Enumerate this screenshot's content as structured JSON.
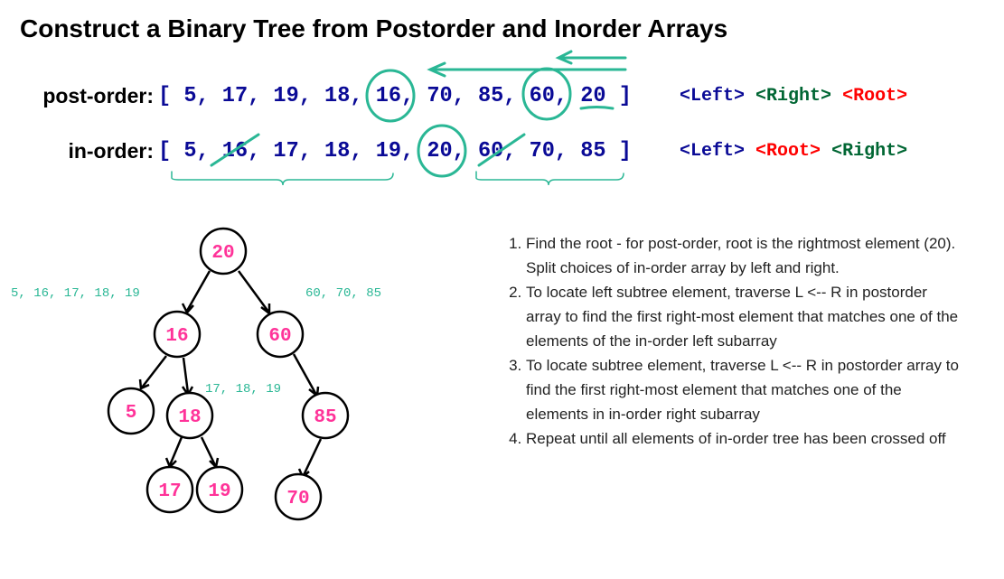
{
  "title": "Construct a Binary Tree from Postorder and Inorder Arrays",
  "postorder": {
    "label": "post-order:",
    "array": "[ 5, 17, 19, 18, 16, 70, 85, 60, 20 ]",
    "order": [
      "<Left>",
      "<Right>",
      "<Root>"
    ]
  },
  "inorder": {
    "label": "in-order:",
    "array": "[ 5, 16, 17, 18, 19, 20, 60, 70, 85 ]",
    "order": [
      "<Left>",
      "<Root>",
      "<Right>"
    ]
  },
  "tree": {
    "nodes": [
      "20",
      "16",
      "60",
      "5",
      "18",
      "85",
      "17",
      "19",
      "70"
    ],
    "left_sub": "5, 16, 17, 18, 19",
    "right_sub": "60, 70, 85",
    "sub18": "17, 18, 19"
  },
  "steps": [
    "Find the root - for post-order, root is the rightmost element (20). Split choices of in-order array by left and right.",
    "To locate left subtree element, traverse L <-- R in postorder array to find the first right-most element that matches one of the elements of the in-order left subarray",
    "To locate subtree element, traverse L <-- R in postorder array to find the first right-most element that matches one of the elements in in-order right subarray",
    "Repeat until all elements of in-order tree has been crossed off"
  ],
  "colors": {
    "annot": "#2ab795",
    "node": "#ff3399",
    "left": "#0a0a96",
    "right": "#006633",
    "root": "#ff0000"
  }
}
